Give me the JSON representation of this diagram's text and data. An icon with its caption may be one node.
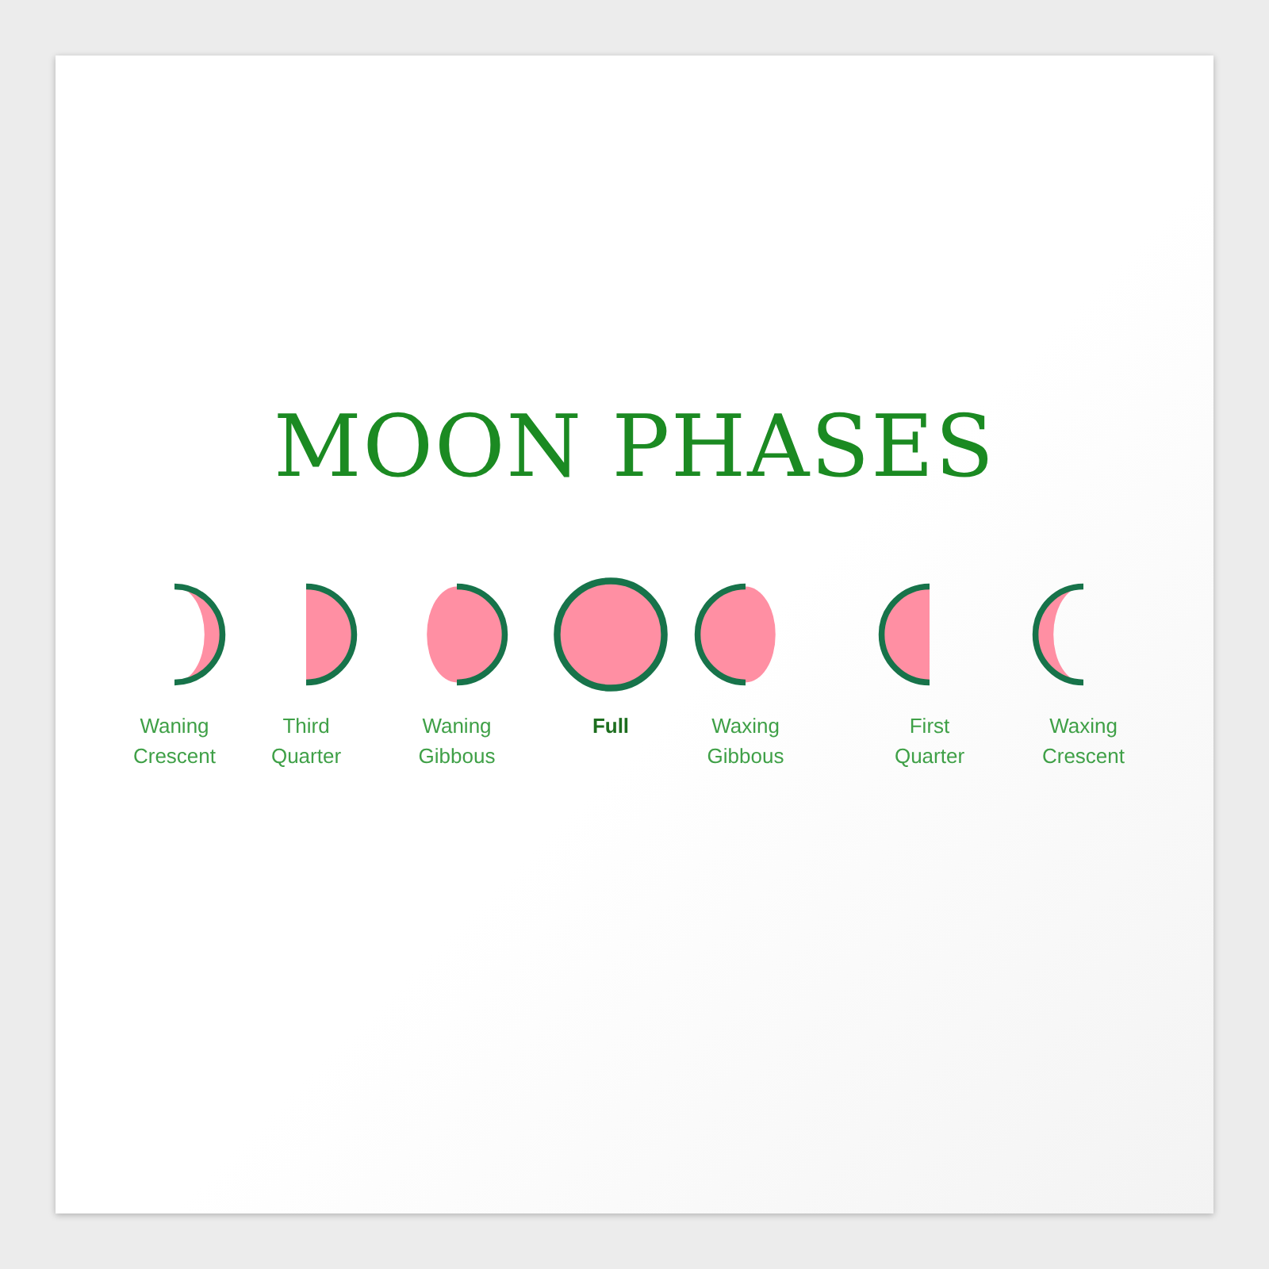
{
  "diagram": {
    "title": "MOON PHASES",
    "nodes": [
      {
        "text": [
          "Waning Crescent"
        ]
      },
      {
        "text": [
          "Third Quarter"
        ]
      },
      {
        "text": [
          "Waning Gibbous"
        ]
      },
      {
        "text": [
          "Full"
        ]
      },
      {
        "text": [
          "Waxing Gibbous"
        ]
      },
      {
        "text": [
          "First Quarter"
        ]
      },
      {
        "text": [
          "Waxing Crescent"
        ]
      }
    ]
  }
}
